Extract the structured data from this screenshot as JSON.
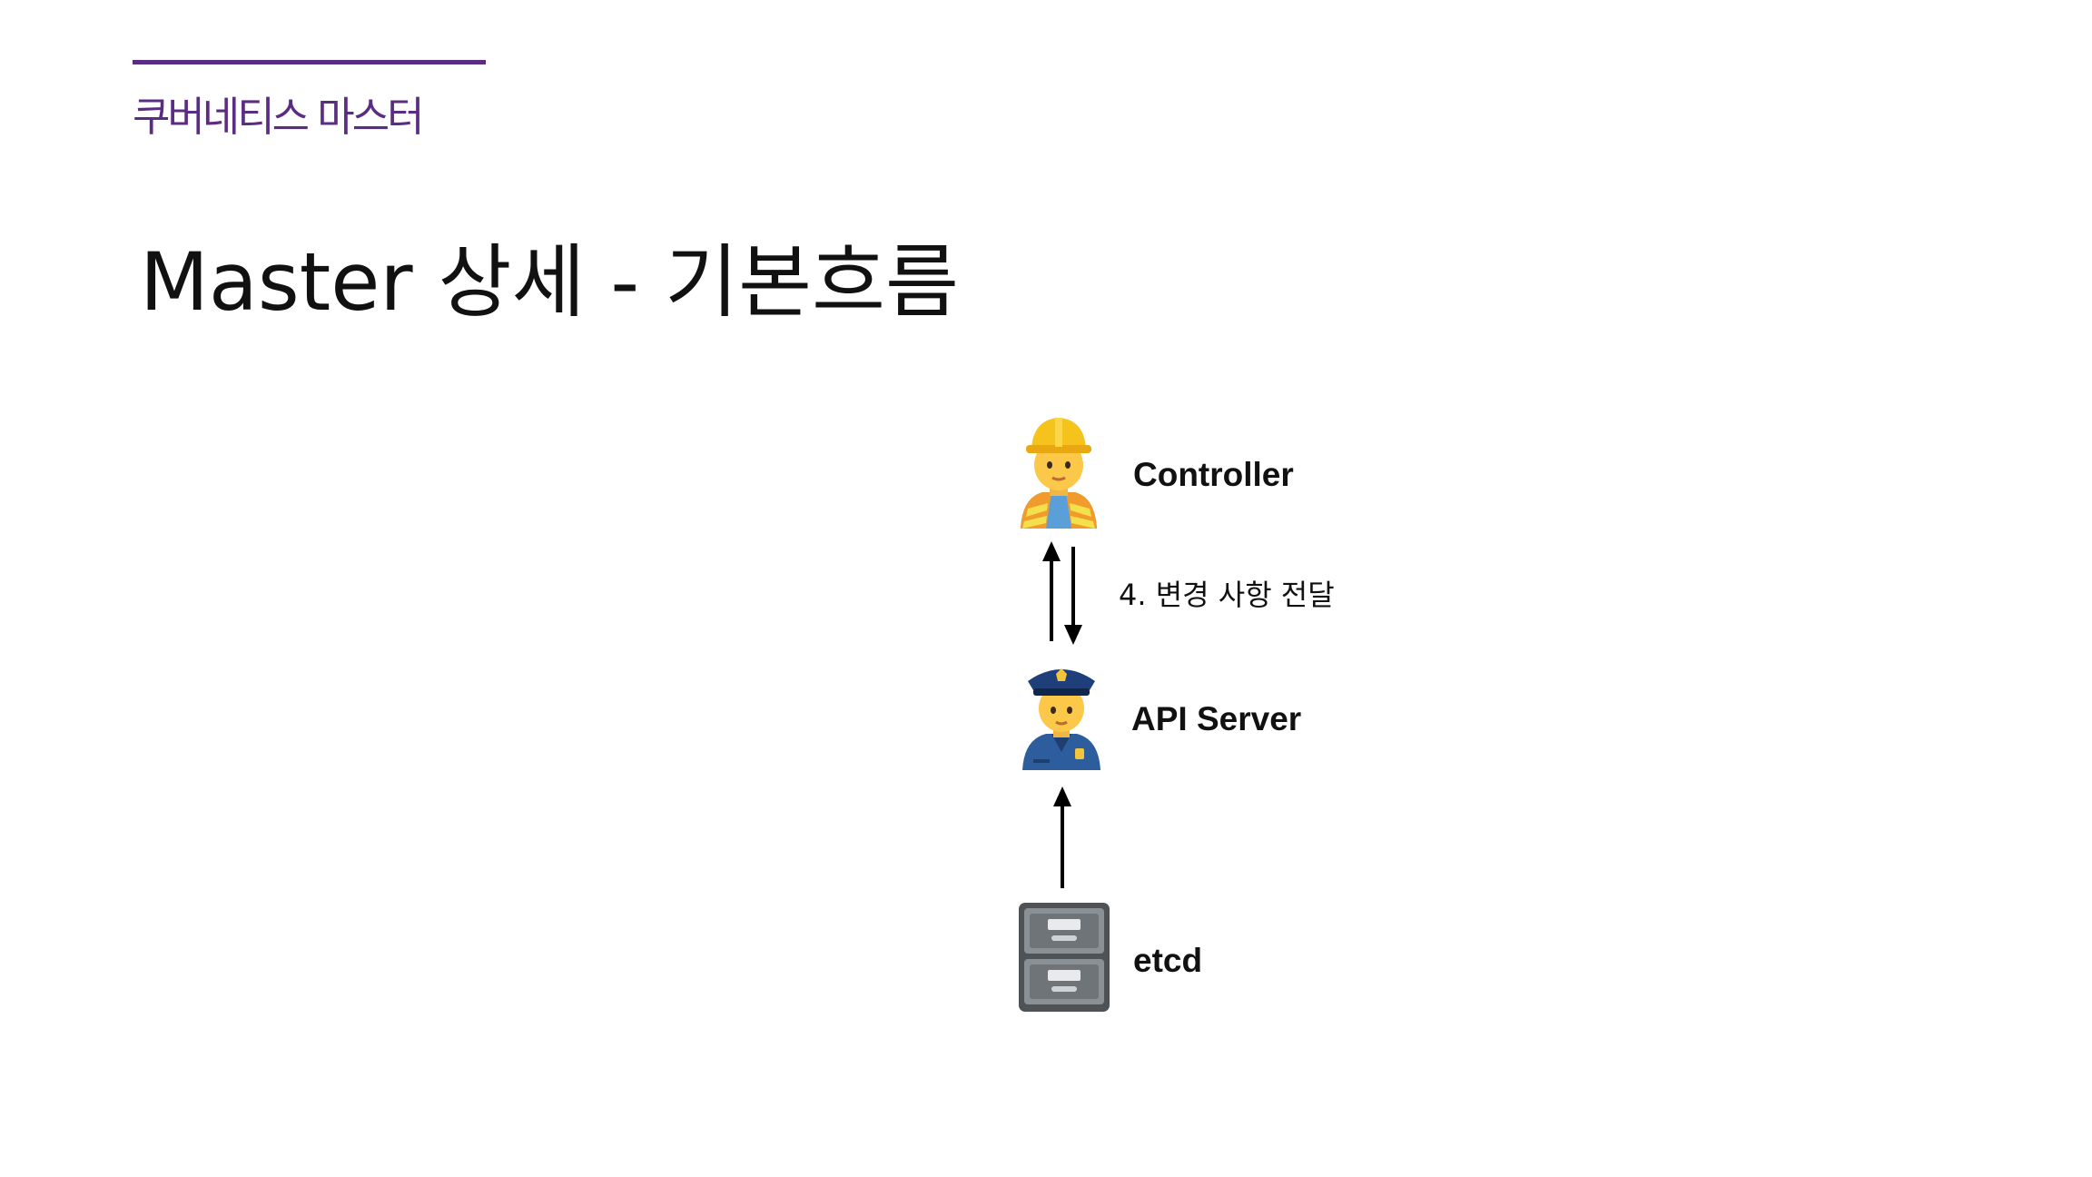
{
  "header": {
    "section_label": "쿠버네티스 마스터",
    "title": "Master 상세 - 기본흐름"
  },
  "colors": {
    "accent": "#5b2d82",
    "text": "#111111"
  },
  "diagram": {
    "nodes": [
      {
        "id": "controller",
        "label": "Controller",
        "icon": "construction-worker-icon"
      },
      {
        "id": "api-server",
        "label": "API Server",
        "icon": "police-officer-icon"
      },
      {
        "id": "etcd",
        "label": "etcd",
        "icon": "file-cabinet-icon"
      }
    ],
    "edges": [
      {
        "from": "api-server",
        "to": "controller"
      },
      {
        "from": "controller",
        "to": "api-server"
      },
      {
        "from": "etcd",
        "to": "api-server"
      }
    ],
    "step_label": "4. 변경 사항 전달"
  }
}
